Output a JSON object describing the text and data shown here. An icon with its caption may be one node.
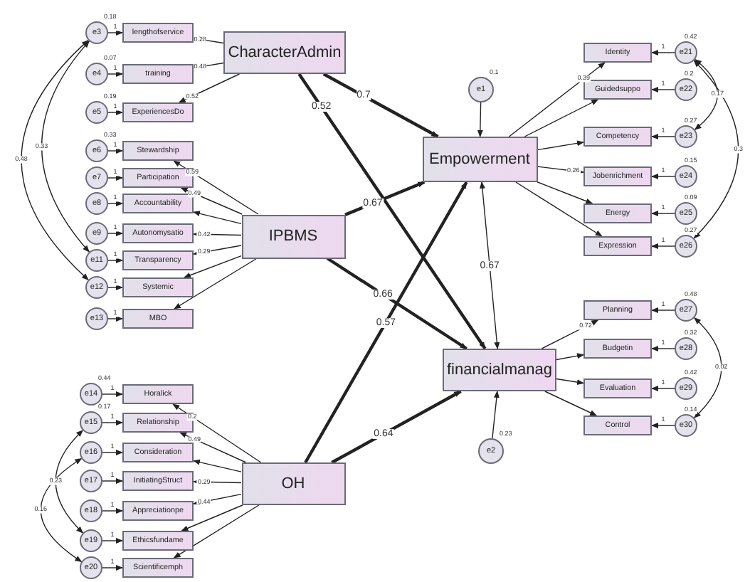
{
  "diagram": {
    "nodes": [
      {
        "text": [
          "CharacterAdmin"
        ]
      },
      {
        "text": [
          "IPBMS"
        ]
      },
      {
        "text": [
          "OH"
        ]
      },
      {
        "text": [
          "Empowerment"
        ]
      },
      {
        "text": [
          "financialmanag"
        ]
      },
      {
        "text": [
          "e1"
        ],
        "beside": [
          "0.1"
        ]
      },
      {
        "text": [
          "e2"
        ],
        "beside": [
          "0.23"
        ]
      },
      {
        "text": [
          "lengthofservice"
        ]
      },
      {
        "text": [
          "training"
        ]
      },
      {
        "text": [
          "ExperiencesDo"
        ]
      },
      {
        "text": [
          "Stewardship"
        ]
      },
      {
        "text": [
          "Participation"
        ]
      },
      {
        "text": [
          "Accountability"
        ]
      },
      {
        "text": [
          "Autonomysatio"
        ]
      },
      {
        "text": [
          "Transparency"
        ]
      },
      {
        "text": [
          "Systemic"
        ]
      },
      {
        "text": [
          "MBO"
        ]
      },
      {
        "text": [
          "Horalick"
        ]
      },
      {
        "text": [
          "Relationship"
        ]
      },
      {
        "text": [
          "Consideration"
        ]
      },
      {
        "text": [
          "InitiatingStruct"
        ]
      },
      {
        "text": [
          "Appreciationpe"
        ]
      },
      {
        "text": [
          "Ethicsfundame"
        ]
      },
      {
        "text": [
          "Scientificemph"
        ]
      },
      {
        "text": [
          "e3"
        ],
        "beside": [
          "0.18"
        ]
      },
      {
        "text": [
          "e4"
        ],
        "beside": [
          "0.07"
        ]
      },
      {
        "text": [
          "e5"
        ],
        "beside": [
          "0.19"
        ]
      },
      {
        "text": [
          "e6"
        ],
        "beside": [
          "0.33"
        ]
      },
      {
        "text": [
          "e7"
        ]
      },
      {
        "text": [
          "e8"
        ]
      },
      {
        "text": [
          "e9"
        ]
      },
      {
        "text": [
          "e11"
        ]
      },
      {
        "text": [
          "e12"
        ]
      },
      {
        "text": [
          "e13"
        ]
      },
      {
        "text": [
          "e14"
        ],
        "beside": [
          "0.44"
        ]
      },
      {
        "text": [
          "e15"
        ],
        "beside": [
          "0.17"
        ]
      },
      {
        "text": [
          "e16"
        ]
      },
      {
        "text": [
          "e17"
        ]
      },
      {
        "text": [
          "e18"
        ]
      },
      {
        "text": [
          "e19"
        ]
      },
      {
        "text": [
          "e20"
        ]
      },
      {
        "text": [
          "Identity"
        ]
      },
      {
        "text": [
          "Guidedsuppo"
        ]
      },
      {
        "text": [
          "Competency"
        ]
      },
      {
        "text": [
          "Jobenrichment"
        ]
      },
      {
        "text": [
          "Energy"
        ]
      },
      {
        "text": [
          "Expression"
        ]
      },
      {
        "text": [
          "Planning"
        ]
      },
      {
        "text": [
          "Budgetin"
        ]
      },
      {
        "text": [
          "Evaluation"
        ]
      },
      {
        "text": [
          "Control"
        ]
      },
      {
        "text": [
          "e21"
        ],
        "beside": [
          "0.42"
        ]
      },
      {
        "text": [
          "e22"
        ],
        "beside": [
          "0.2"
        ]
      },
      {
        "text": [
          "e23"
        ],
        "beside": [
          "0.27"
        ]
      },
      {
        "text": [
          "e24"
        ],
        "beside": [
          "0.15"
        ]
      },
      {
        "text": [
          "e25"
        ],
        "beside": [
          "0.09"
        ]
      },
      {
        "text": [
          "e26"
        ],
        "beside": [
          "0.27"
        ]
      },
      {
        "text": [
          "e27"
        ],
        "beside": [
          "0.48"
        ]
      },
      {
        "text": [
          "e28"
        ],
        "beside": [
          "0.32"
        ]
      },
      {
        "text": [
          "e29"
        ],
        "beside": [
          "0.42"
        ]
      },
      {
        "text": [
          "e30"
        ],
        "beside": [
          "0.14"
        ]
      }
    ],
    "edges": [
      {
        "from": 0,
        "to": 3,
        "arrow": "to",
        "label": "0.7",
        "style": "thick"
      },
      {
        "from": 0,
        "to": 4,
        "arrow": "to",
        "label": "0.52",
        "style": "thick"
      },
      {
        "from": 1,
        "to": 3,
        "arrow": "to",
        "label": "0.67",
        "style": "thick"
      },
      {
        "from": 1,
        "to": 4,
        "arrow": "to",
        "label": "0.66",
        "style": "thick"
      },
      {
        "from": 2,
        "to": 3,
        "arrow": "to",
        "label": "0.57",
        "style": "thick"
      },
      {
        "from": 2,
        "to": 4,
        "arrow": "to",
        "label": "0.64",
        "style": "thick"
      },
      {
        "from": 3,
        "to": 4,
        "arrow": "both",
        "label": "0.67"
      },
      {
        "from": 5,
        "to": 3,
        "arrow": "to"
      },
      {
        "from": 6,
        "to": 4,
        "arrow": "to"
      },
      {
        "from": 0,
        "to": 7,
        "arrow": "to",
        "label": "0.28"
      },
      {
        "from": 0,
        "to": 8,
        "arrow": "to",
        "label": "0.48"
      },
      {
        "from": 0,
        "to": 9,
        "arrow": "to",
        "label": "0.52"
      },
      {
        "from": 1,
        "to": 10,
        "arrow": "to",
        "label": "0.59"
      },
      {
        "from": 1,
        "to": 11,
        "arrow": "to",
        "label": "0.49"
      },
      {
        "from": 1,
        "to": 12,
        "arrow": "to"
      },
      {
        "from": 1,
        "to": 13,
        "arrow": "to",
        "label": "0.42"
      },
      {
        "from": 1,
        "to": 14,
        "arrow": "to",
        "label": "0.29"
      },
      {
        "from": 1,
        "to": 15,
        "arrow": "to"
      },
      {
        "from": 1,
        "to": 16,
        "arrow": "to"
      },
      {
        "from": 2,
        "to": 17,
        "arrow": "to",
        "label": "0.2"
      },
      {
        "from": 2,
        "to": 18,
        "arrow": "to",
        "label": "0.49"
      },
      {
        "from": 2,
        "to": 19,
        "arrow": "to"
      },
      {
        "from": 2,
        "to": 20,
        "arrow": "to",
        "label": "0.29"
      },
      {
        "from": 2,
        "to": 21,
        "arrow": "to",
        "label": "0.44"
      },
      {
        "from": 2,
        "to": 22,
        "arrow": "to"
      },
      {
        "from": 2,
        "to": 23,
        "arrow": "to"
      },
      {
        "from": 3,
        "to": 41,
        "arrow": "to",
        "label": "0.39"
      },
      {
        "from": 3,
        "to": 42,
        "arrow": "to"
      },
      {
        "from": 3,
        "to": 43,
        "arrow": "to"
      },
      {
        "from": 3,
        "to": 44,
        "arrow": "to",
        "label": "0.26"
      },
      {
        "from": 3,
        "to": 45,
        "arrow": "to"
      },
      {
        "from": 3,
        "to": 46,
        "arrow": "to"
      },
      {
        "from": 4,
        "to": 47,
        "arrow": "to",
        "label": "0.72"
      },
      {
        "from": 4,
        "to": 48,
        "arrow": "to"
      },
      {
        "from": 4,
        "to": 49,
        "arrow": "to"
      },
      {
        "from": 4,
        "to": 50,
        "arrow": "to"
      },
      {
        "from": 24,
        "to": 7,
        "arrow": "to",
        "label": "1"
      },
      {
        "from": 25,
        "to": 8,
        "arrow": "to",
        "label": "1"
      },
      {
        "from": 26,
        "to": 9,
        "arrow": "to",
        "label": "1"
      },
      {
        "from": 27,
        "to": 10,
        "arrow": "to",
        "label": "1"
      },
      {
        "from": 28,
        "to": 11,
        "arrow": "to",
        "label": "1"
      },
      {
        "from": 29,
        "to": 12,
        "arrow": "to",
        "label": "1"
      },
      {
        "from": 30,
        "to": 13,
        "arrow": "to",
        "label": "1"
      },
      {
        "from": 31,
        "to": 14,
        "arrow": "to",
        "label": "1"
      },
      {
        "from": 32,
        "to": 15,
        "arrow": "to",
        "label": "1"
      },
      {
        "from": 33,
        "to": 16,
        "arrow": "to",
        "label": "1"
      },
      {
        "from": 34,
        "to": 17,
        "arrow": "to",
        "label": "1"
      },
      {
        "from": 35,
        "to": 18,
        "arrow": "to",
        "label": "1"
      },
      {
        "from": 36,
        "to": 19,
        "arrow": "to",
        "label": "1"
      },
      {
        "from": 37,
        "to": 20,
        "arrow": "to",
        "label": "1"
      },
      {
        "from": 38,
        "to": 21,
        "arrow": "to",
        "label": "1"
      },
      {
        "from": 39,
        "to": 22,
        "arrow": "to",
        "label": "1"
      },
      {
        "from": 40,
        "to": 23,
        "arrow": "to",
        "label": "1"
      },
      {
        "from": 51,
        "to": 41,
        "arrow": "to",
        "label": "1"
      },
      {
        "from": 52,
        "to": 42,
        "arrow": "to",
        "label": "1"
      },
      {
        "from": 53,
        "to": 43,
        "arrow": "to",
        "label": "1"
      },
      {
        "from": 54,
        "to": 44,
        "arrow": "to",
        "label": "1"
      },
      {
        "from": 55,
        "to": 45,
        "arrow": "to",
        "label": "1"
      },
      {
        "from": 56,
        "to": 46,
        "arrow": "to",
        "label": "1"
      },
      {
        "from": 57,
        "to": 47,
        "arrow": "to",
        "label": "1"
      },
      {
        "from": 58,
        "to": 48,
        "arrow": "to",
        "label": "1"
      },
      {
        "from": 59,
        "to": 49,
        "arrow": "to",
        "label": "1"
      },
      {
        "from": 60,
        "to": 50,
        "arrow": "to",
        "label": "1"
      },
      {
        "from": 24,
        "to": 31,
        "arrow": "both",
        "label": "0.33"
      },
      {
        "from": 24,
        "to": 32,
        "arrow": "both",
        "label": "0.48"
      },
      {
        "from": 35,
        "to": 39,
        "arrow": "both",
        "label": "0.23"
      },
      {
        "from": 36,
        "to": 40,
        "arrow": "both",
        "label": "0.16"
      },
      {
        "from": 51,
        "to": 53,
        "arrow": "both",
        "label": "0.17"
      },
      {
        "from": 51,
        "to": 56,
        "arrow": "both",
        "label": "0.3"
      },
      {
        "from": 57,
        "to": 60,
        "arrow": "both",
        "label": "0.02"
      }
    ]
  }
}
